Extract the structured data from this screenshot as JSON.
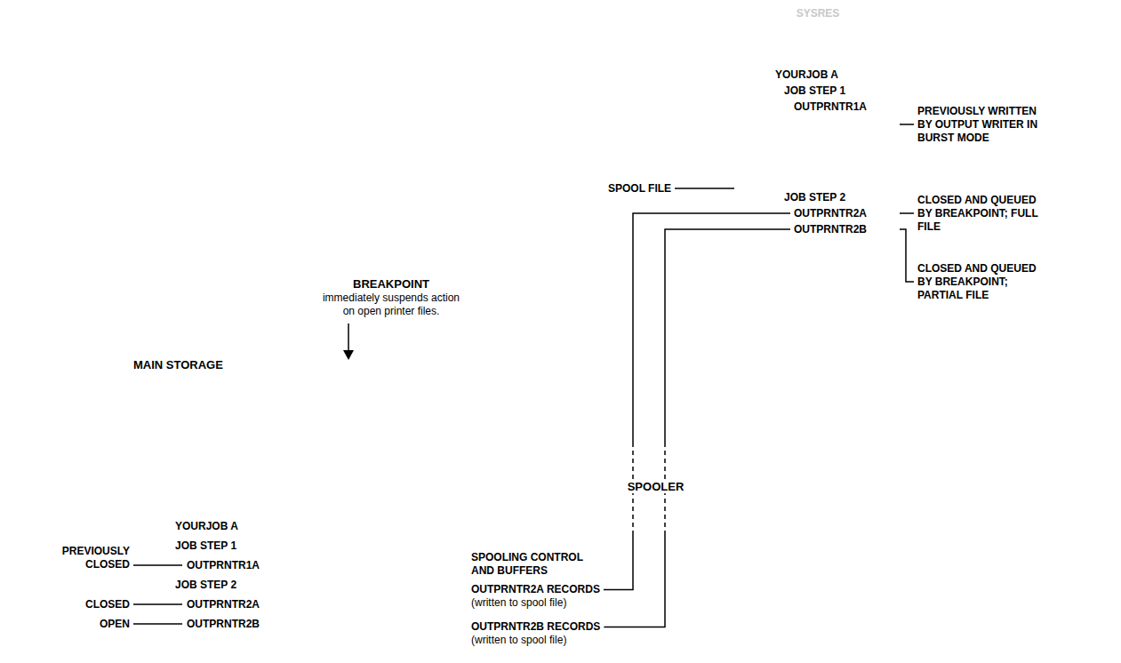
{
  "diagram": {
    "nodes": [
      {
        "text": [
          "SYSRES"
        ]
      },
      {
        "text": [
          "YOURJOB A",
          "JOB STEP 1",
          "OUTPRNTR1A",
          "JOB STEP 2"
        ],
        "in": 0
      },
      {
        "text": [
          "OUTPRNTR2A"
        ],
        "in": 1
      },
      {
        "text": [
          "OUTPRNTR2B"
        ],
        "in": 1
      },
      {
        "text": [
          "MAIN STORAGE"
        ]
      },
      {
        "text": [
          "YOURJOB A",
          "JOB STEP 1",
          "OUTPRNTR1A",
          "JOB STEP 2",
          "OUTPRNTR2A",
          "OUTPRNTR2B"
        ],
        "in": 4
      },
      {
        "text": [
          "SPOOLER"
        ],
        "in": 4
      },
      {
        "text": [
          "SPOOLING CONTROL AND BUFFERS"
        ],
        "in": 4
      },
      {
        "text": [
          "OUTPRNTR2A RECORDS",
          "(written to spool file)"
        ],
        "in": 7
      },
      {
        "text": [
          "OUTPRNTR2B RECORDS",
          "(written to spool file)"
        ],
        "in": 7
      }
    ],
    "edges": [
      {
        "from": 8,
        "to": 2,
        "arrow": "none"
      },
      {
        "from": 9,
        "to": 3,
        "arrow": "none"
      }
    ],
    "labels": [
      "SPOOL FILE",
      "BREAKPOINT",
      "immediately suspends action on open printer files.",
      "PREVIOUSLY WRITTEN BY OUTPUT WRITER IN BURST MODE",
      "CLOSED AND QUEUED BY BREAKPOINT; FULL FILE",
      "CLOSED AND QUEUED BY BREAKPOINT; PARTIAL FILE",
      "PREVIOUSLY CLOSED",
      "CLOSED",
      "OPEN"
    ]
  }
}
